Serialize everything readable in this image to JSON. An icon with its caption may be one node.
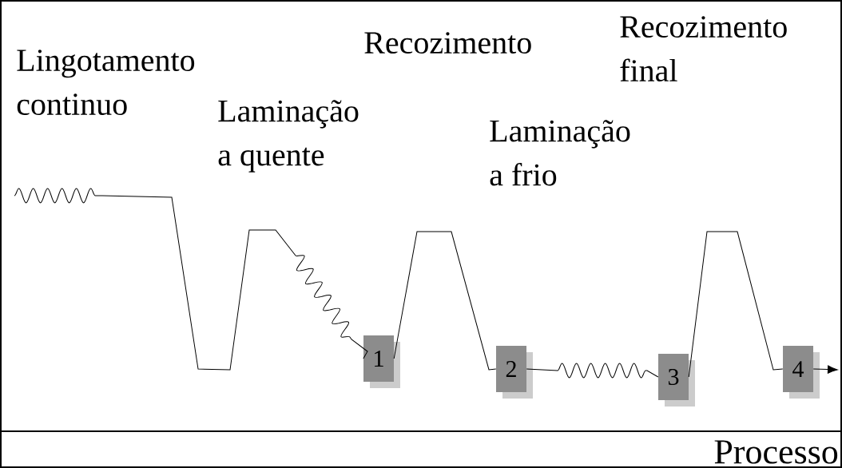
{
  "diagram": {
    "nodes": [
      {
        "text": [
          "1"
        ]
      },
      {
        "text": [
          "2"
        ]
      },
      {
        "text": [
          "3"
        ]
      },
      {
        "text": [
          "4"
        ]
      }
    ],
    "edges": [
      {
        "from": null,
        "to": 0,
        "arrow": "none"
      },
      {
        "from": 0,
        "to": 1,
        "arrow": "none"
      },
      {
        "from": 1,
        "to": 2,
        "arrow": "none"
      },
      {
        "from": 2,
        "to": 3,
        "arrow": "none"
      },
      {
        "from": 3,
        "to": null,
        "arrow": "to"
      }
    ],
    "labels": [
      "Lingotamento continuo",
      "Recozimento",
      "Recozimento final",
      "Laminação a quente",
      "Laminação a frio",
      "Processo"
    ]
  }
}
